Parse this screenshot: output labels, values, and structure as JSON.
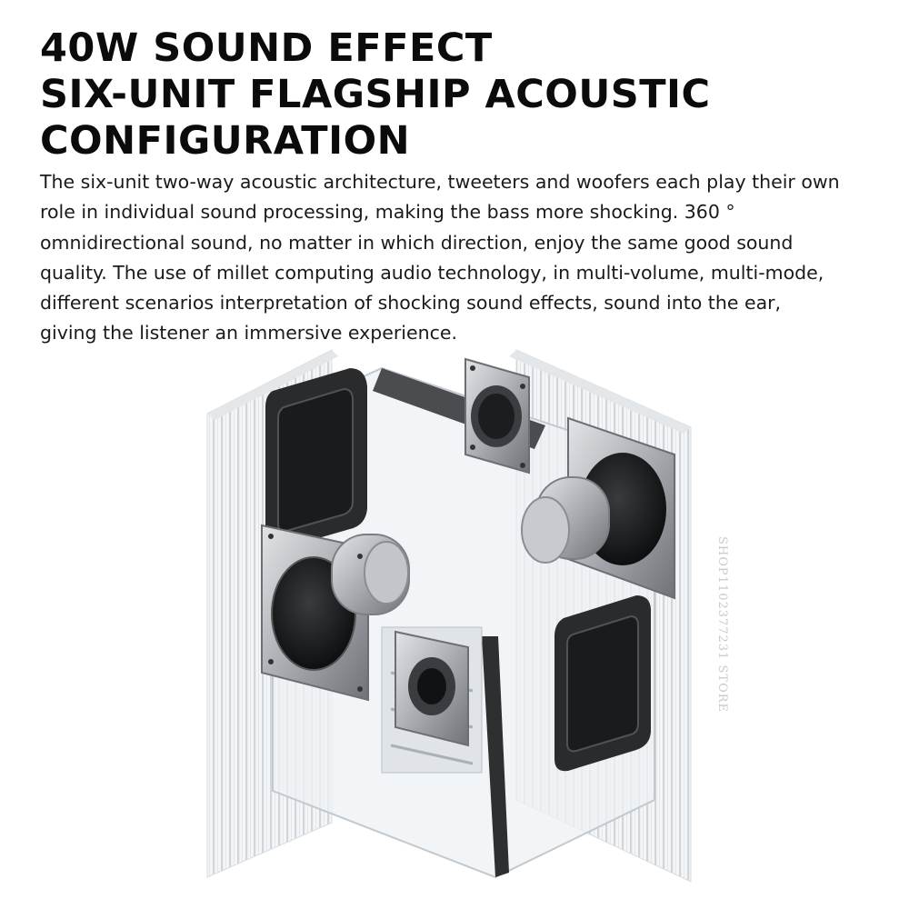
{
  "headline": {
    "line1": "40W SOUND EFFECT",
    "line2": "SIX-UNIT FLAGSHIP ACOUSTIC",
    "line3": "CONFIGURATION"
  },
  "description_lines": [
    "The six-unit two-way acoustic architecture, tweeters and woofers each play their own",
    "role in individual sound processing, making the bass more shocking. 360 °",
    "omnidirectional sound, no matter in which direction, enjoy the same good sound",
    "quality. The use of millet computing audio technology, in multi-volume, multi-mode,",
    "different scenarios interpretation of shocking sound effects, sound into the ear,",
    "giving the listener an immersive experience."
  ],
  "watermark": "SHOP1102377231 STORE",
  "colors": {
    "background": "#ffffff",
    "text": "#111111",
    "speaker_frame": "#3a3b3d",
    "metal": "#b9bcc0",
    "grille": "#e9ecef"
  },
  "product_image": {
    "subject": "exploded-view-speaker-icon"
  }
}
